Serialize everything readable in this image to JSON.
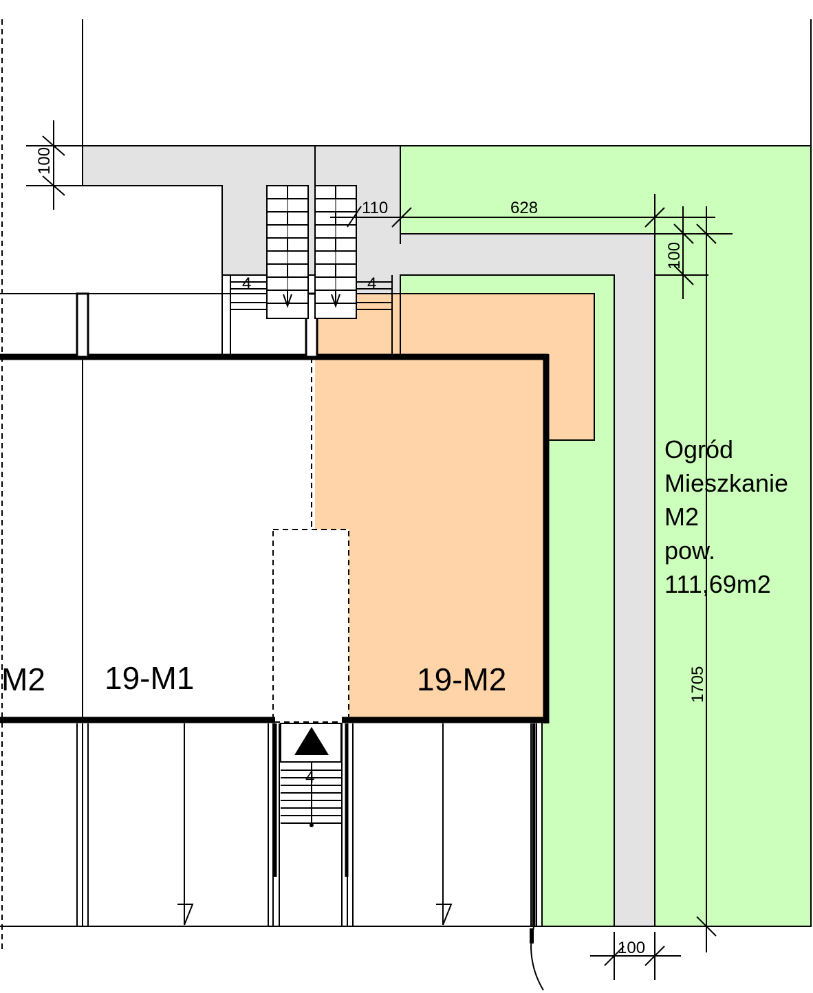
{
  "units": {
    "left_partial": "M2",
    "center": "19-M1",
    "right": "19-M2"
  },
  "garden": {
    "line1": "Ogród",
    "line2": "Mieszkanie",
    "line3": "M2",
    "line4": "pow.",
    "line5": "111,69m2"
  },
  "dimensions": {
    "top_left_vertical": "100",
    "top_walkway_gap": "110",
    "top_span": "628",
    "right_vertical": "100",
    "garden_depth": "1705",
    "bottom_walkway": "100"
  },
  "stair_markers": {
    "steps_left": "4",
    "steps_right": "4",
    "steps_bottom": "4"
  },
  "colors": {
    "garden_green": "#ccffbb",
    "walkway_gray": "#e3e3e3",
    "unit_highlight": "#ffd4a8",
    "line": "#000000"
  }
}
